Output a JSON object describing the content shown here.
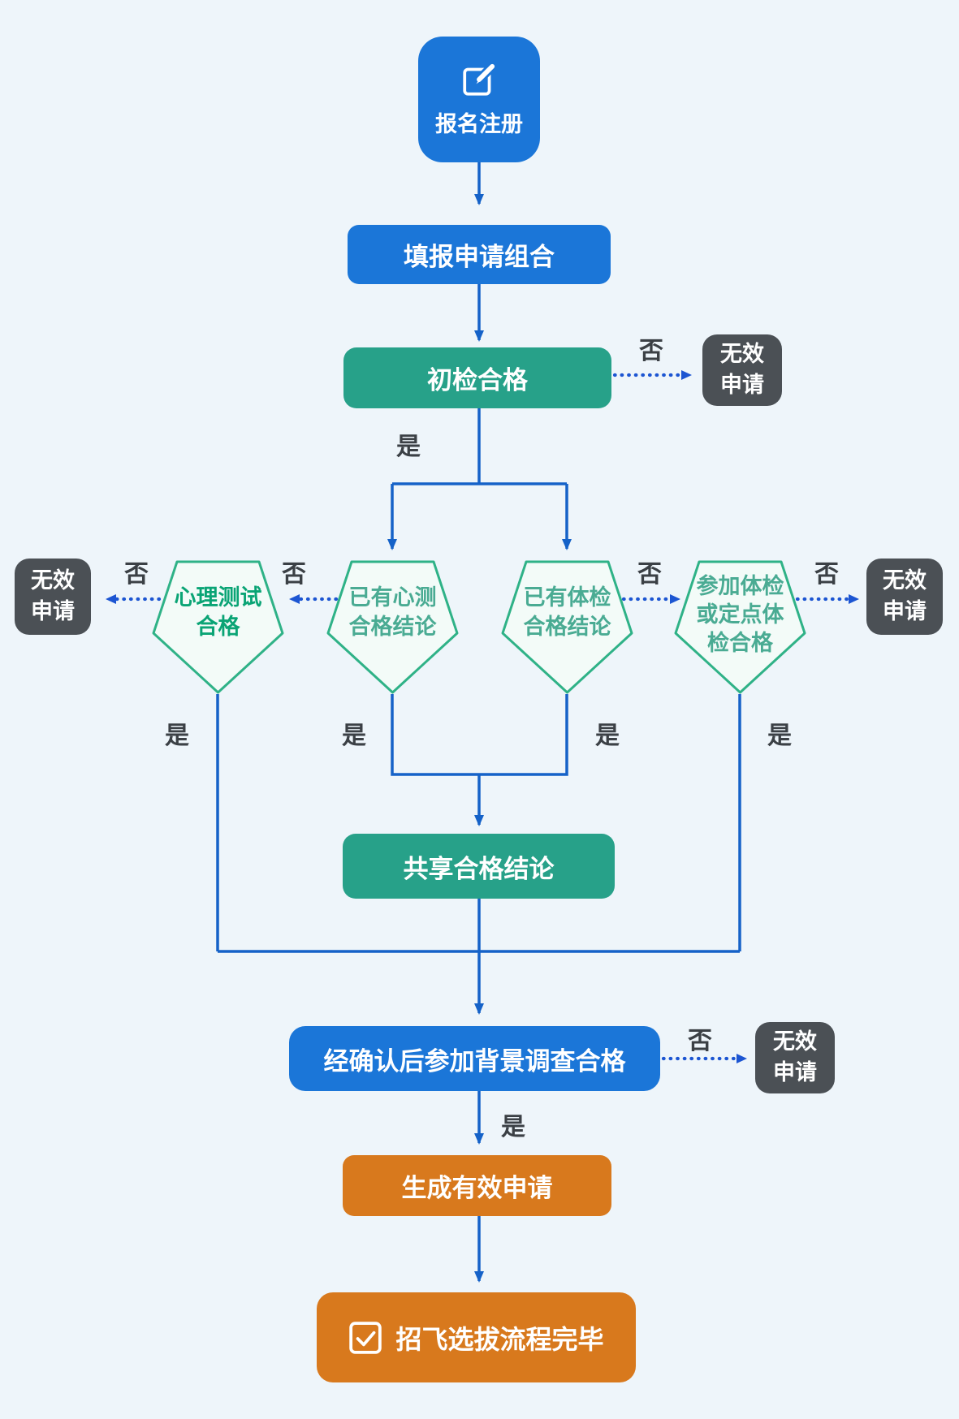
{
  "palette": {
    "background": "#eef5fa",
    "blue": "#1b76d8",
    "teal": "#27a189",
    "orange": "#d8791d",
    "dark_gray": "#4b5055",
    "arrow": "#1562c8",
    "dotted_arrow": "#1c55d2",
    "pentagon_border": "#2fb287",
    "pentagon_fill": "#f3fbf8",
    "pentagon_text": "#4aab93",
    "pentagon_text_strong": "#0aa475",
    "edge_label_text": "#3b4045"
  },
  "labels": {
    "yes": "是",
    "no": "否"
  },
  "nodes": {
    "register": {
      "label": "报名注册"
    },
    "application_combo": {
      "label": "填报申请组合"
    },
    "initial_check": {
      "label": "初检合格"
    },
    "invalid": {
      "label": "无效\n申请"
    },
    "psych_test_pass": {
      "label": "心理测试\n合格"
    },
    "psych_result": {
      "label": "已有心测\n合格结论"
    },
    "medical_result": {
      "label": "已有体检\n合格结论"
    },
    "medical_exam": {
      "label": "参加体检\n或定点体\n检合格"
    },
    "shared_result": {
      "label": "共享合格结论"
    },
    "background_check": {
      "label": "经确认后参加背景调查合格"
    },
    "valid_application": {
      "label": "生成有效申请"
    },
    "process_complete": {
      "label": "招飞选拔流程完毕"
    }
  }
}
